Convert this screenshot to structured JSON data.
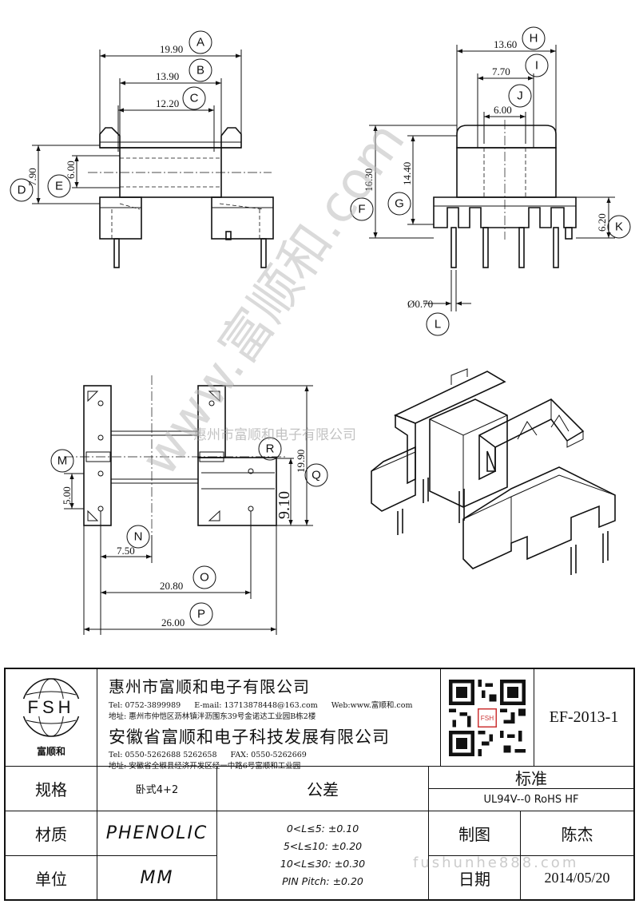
{
  "dimensions": {
    "A": "19.90",
    "B": "13.90",
    "C": "12.20",
    "D": "7.90",
    "E": "6.00",
    "H": "13.60",
    "I": "7.70",
    "J": "6.00",
    "F": "16.30",
    "G": "14.40",
    "K": "6.20",
    "L": "Ø0.70",
    "M": "5.00",
    "N": "7.50",
    "O": "20.80",
    "P": "26.00",
    "Q": "19.90",
    "R": "9.10"
  },
  "callouts": [
    "A",
    "B",
    "C",
    "D",
    "E",
    "F",
    "G",
    "H",
    "I",
    "J",
    "K",
    "L",
    "M",
    "N",
    "O",
    "P",
    "Q",
    "R"
  ],
  "watermark": {
    "diagonal": "www.富顺和.com",
    "company": "惠州市富顺和电子有限公司",
    "site": "fushunhe888.com"
  },
  "title_block": {
    "logo_text": "FSH",
    "logo_caption": "富顺和",
    "company1": "惠州市富顺和电子有限公司",
    "tel1": "Tel:  0752-3899989",
    "email1": "E-mail: 13713878448@163.com",
    "web1": "Web:www.富顺和.com",
    "addr1": "地址: 惠州市仲恺区沥林镇泮沥围东39号金诺达工业园B栋2楼",
    "company2": "安徽省富顺和电子科技发展有限公司",
    "tel2": "Tel:  0550-5262688  5262658",
    "fax2": "FAX:  0550-5262669",
    "addr2": "地址: 安徽省全椒县经济开发区经一中路6号富顺和工业园",
    "part_number": "EF-2013-1",
    "qr_label": "FSH",
    "spec_label": "规格",
    "spec_value": "卧式4+2",
    "tolerance_label": "公差",
    "standard_label": "标准",
    "standard_value": "UL94V--0  RoHS HF",
    "material_label": "材质",
    "material_value": "PHENOLIC",
    "drawn_label": "制图",
    "drawn_value": "陈杰",
    "unit_label": "单位",
    "unit_value": "MM",
    "date_label": "日期",
    "date_value": "2014/05/20",
    "tolerances": [
      "0<L≤5: ±0.10",
      "5<L≤10: ±0.20",
      "10<L≤30: ±0.30",
      "PIN Pitch: ±0.20"
    ]
  }
}
